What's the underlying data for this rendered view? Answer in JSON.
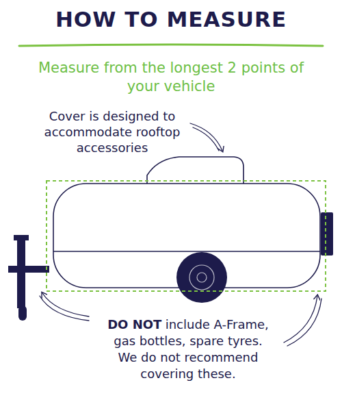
{
  "diagram": {
    "title": "HOW TO MEASURE",
    "labels": [
      "Measure from the longest 2 points of your vehicle",
      "Cover is designed to accommodate rooftop accessories",
      "DO NOT",
      "include A-Frame, gas bottles, spare tyres.",
      "We do not recommend covering these."
    ]
  }
}
